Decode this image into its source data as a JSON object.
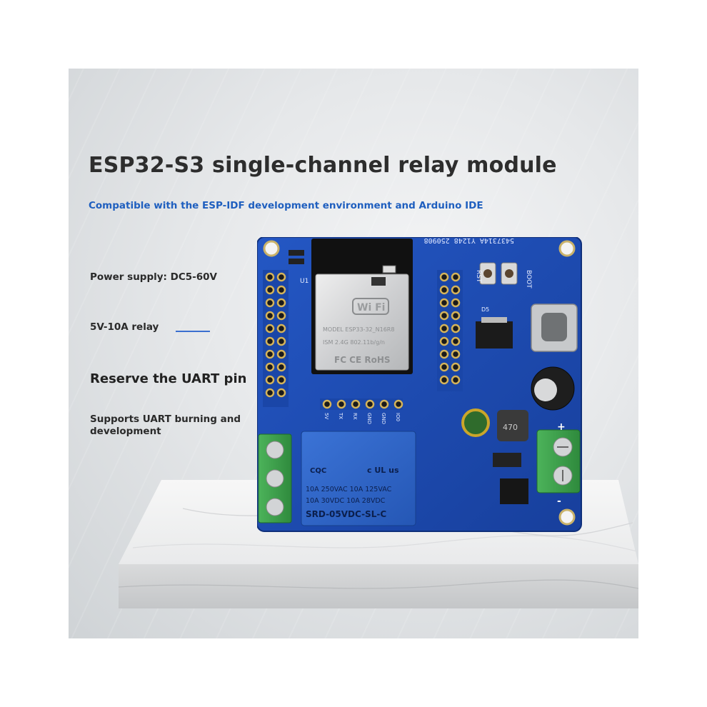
{
  "heading": {
    "title": "ESP32-S3 single-channel relay module",
    "subtitle": "Compatible with the ESP-IDF development environment and Arduino IDE"
  },
  "features": {
    "power": "Power supply: DC5-60V",
    "relay": "5V-10A relay",
    "uart_pin": "Reserve the UART pin",
    "uart_burning": "Supports UART burning and development"
  },
  "board": {
    "serial": "5437314A_Y1248_250908",
    "module_label_u1": "U1",
    "wifi_logo": "Wi Fi",
    "module_model": "MODEL ESP33-32_N16R8",
    "module_spec": "ISM 2.4G 802.11b/g/n",
    "module_cert": "FC CE RoHS",
    "rst_label": "RST",
    "boot_label": "BOOT",
    "d5_label": "D5",
    "pin_labels": [
      "5V",
      "TX",
      "RX",
      "GND",
      "GND",
      "IO0"
    ],
    "relay_rating_1": "10A 250VAC  10A 125VAC",
    "relay_rating_2": "10A  30VDC  10A  28VDC",
    "relay_model": "SRD-05VDC-SL-C",
    "relay_cert_left": "CQC",
    "relay_cert_right": "c UL us",
    "inductor_label": "470",
    "plus_label": "+",
    "minus_label": "-",
    "colors": {
      "pcb": "#1d4fb8",
      "relay": "#2f64c8",
      "terminal": "#3aa04a",
      "title_text": "#2d2d2d",
      "subtitle_text": "#1f5fbf"
    }
  }
}
